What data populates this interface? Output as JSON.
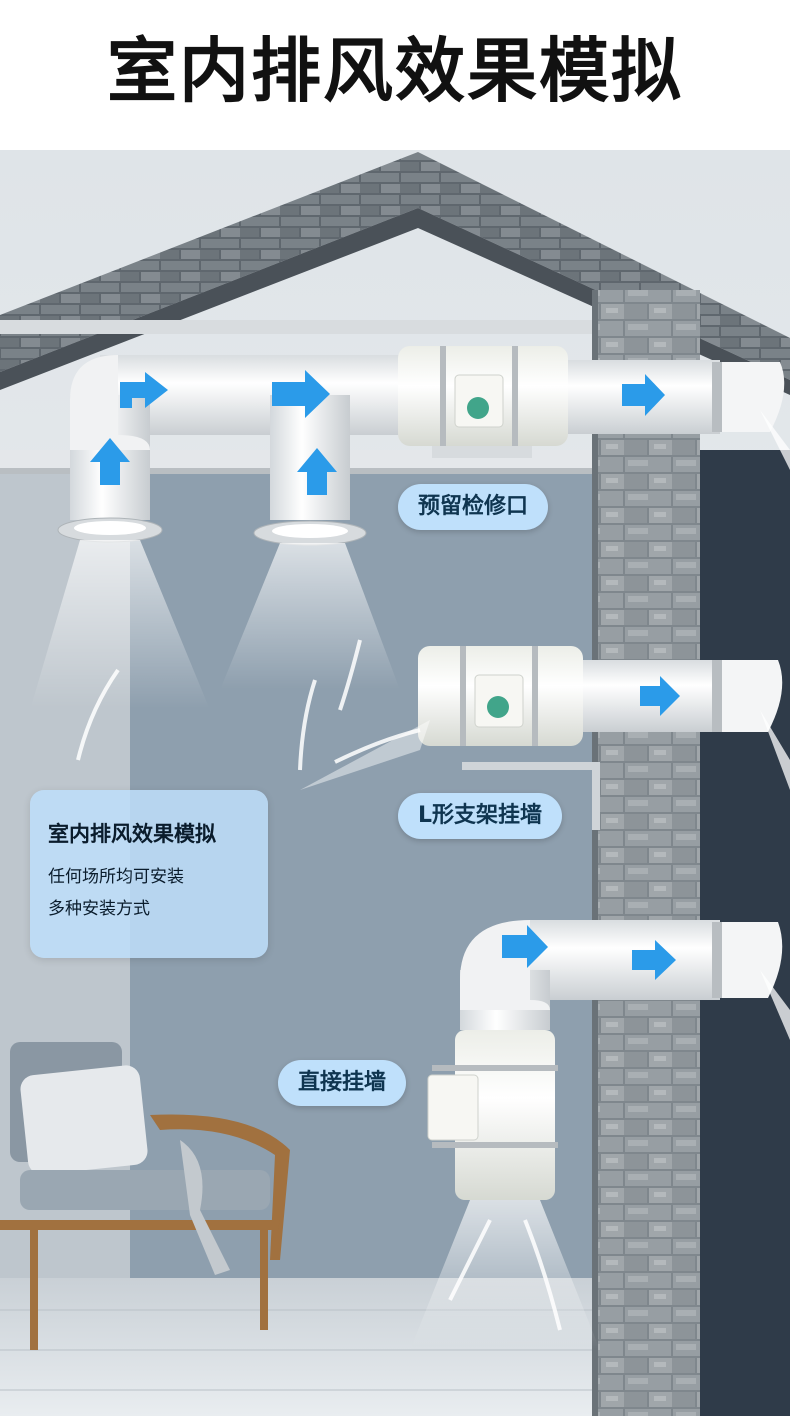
{
  "header": {
    "title": "室内排风效果模拟"
  },
  "labels": {
    "reserved_access": "预留检修口",
    "l_bracket": "L形支架挂墙",
    "direct_wall": "直接挂墙"
  },
  "info_box": {
    "title": "室内排风效果模拟",
    "lines": [
      "任何场所均可安装",
      "多种安装方式"
    ]
  },
  "colors": {
    "sky": "#e8ecef",
    "wall_inner": "#8e9fae",
    "wall_dark": "#2f3b49",
    "stone": "#8d9499",
    "pipe": "#f3f4f5",
    "arrow": "#2b9be9",
    "tag_bg": "#bfe0fb"
  }
}
